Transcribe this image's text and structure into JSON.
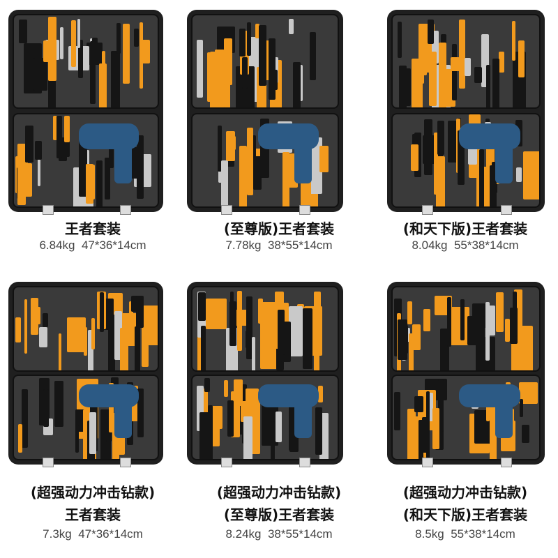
{
  "products": [
    {
      "title_lines": [
        "王者套装"
      ],
      "weight": "6.84kg",
      "size": "47*36*14cm"
    },
    {
      "title_lines": [
        "(至尊版)王者套装"
      ],
      "weight": "7.78kg",
      "size": "38*55*14cm"
    },
    {
      "title_lines": [
        "(和天下版)王者套装"
      ],
      "weight": "8.04kg",
      "size": "55*38*14cm"
    },
    {
      "title_lines": [
        "(超强动力冲击钻款)",
        "王者套装"
      ],
      "weight": "7.3kg",
      "size": "47*36*14cm"
    },
    {
      "title_lines": [
        "(超强动力冲击钻款)",
        "(至尊版)王者套装"
      ],
      "weight": "8.24kg",
      "size": "38*55*14cm"
    },
    {
      "title_lines": [
        "(超强动力冲击钻款)",
        "(和天下版)王者套装"
      ],
      "weight": "8.5kg",
      "size": "55*38*14cm"
    }
  ],
  "colors": {
    "accent": "#f29a1d",
    "case": "#1f1f1f",
    "drill": "#2c5a85"
  }
}
